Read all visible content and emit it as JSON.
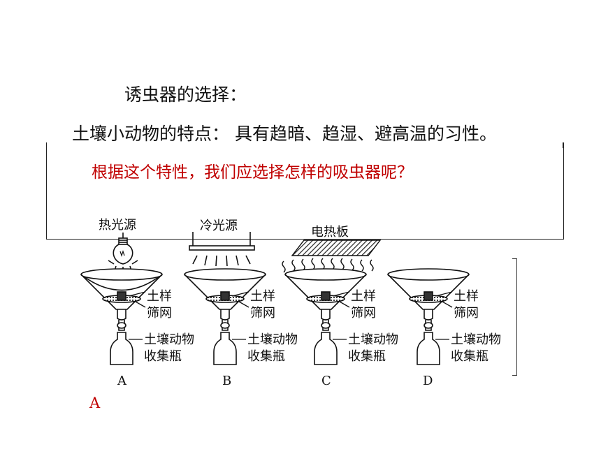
{
  "title": "诱虫器的选择：",
  "feature_text": "土壤小动物的特点： 具有趋暗、趋湿、避高温的习性。",
  "question": "根据这个特性，我们应选择怎样的吸虫器呢？",
  "answer": "A",
  "diagram": {
    "sources": [
      "热光源",
      "冷光源",
      "电热板"
    ],
    "labels": {
      "soil_sample": "土样",
      "sieve": "筛网",
      "bottle_line1": "土壤动物",
      "bottle_line2": "收集瓶"
    },
    "options": [
      "A",
      "B",
      "C",
      "D"
    ]
  }
}
